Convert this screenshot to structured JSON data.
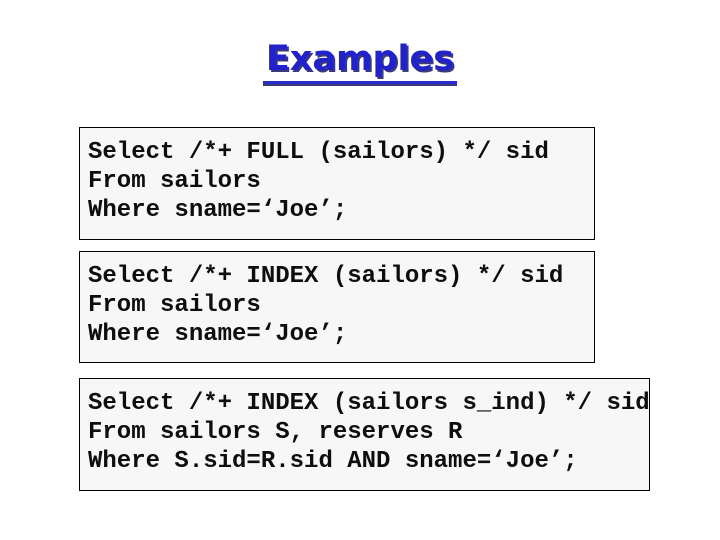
{
  "slide": {
    "title": "Examples",
    "code_boxes": [
      {
        "lines": [
          "Select /*+ FULL (sailors) */ sid",
          "From sailors",
          "Where sname=‘Joe’;"
        ]
      },
      {
        "lines": [
          "Select /*+ INDEX (sailors) */ sid",
          "From sailors",
          "Where sname=‘Joe’;"
        ]
      },
      {
        "lines": [
          "Select /*+ INDEX (sailors s_ind) */ sid",
          "From sailors S, reserves R",
          "Where S.sid=R.sid AND sname=‘Joe’;"
        ]
      }
    ],
    "colors": {
      "title_blue": "#2222cd",
      "title_shadow_navy": "#3a3a78",
      "box_fill": "#f7f7f7",
      "box_border": "#000000",
      "code_text": "#0e0e0e"
    }
  }
}
